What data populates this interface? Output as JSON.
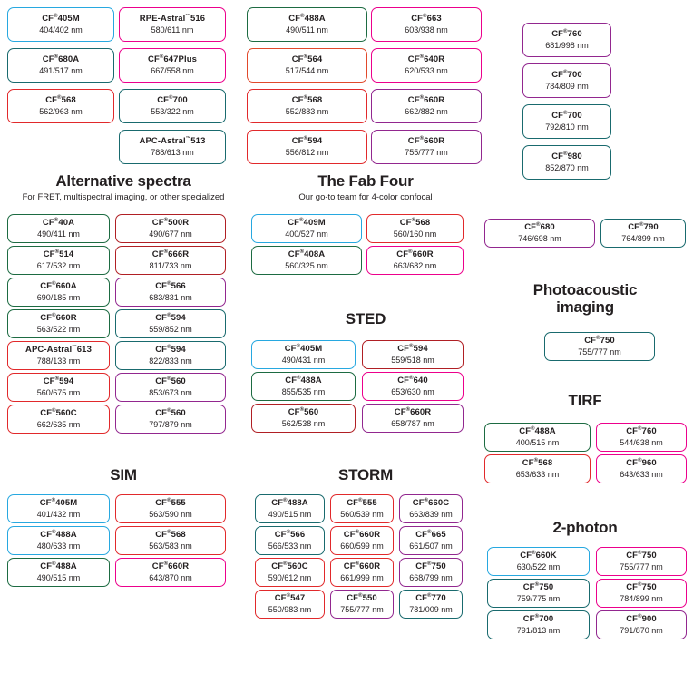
{
  "page": {
    "background": "#ffffff",
    "palette": {
      "blue": "#27a8e0",
      "green": "#1d6b42",
      "teal": "#196a6e",
      "red": "#e1292b",
      "dark_red": "#b01f24",
      "magenta": "#ec008c",
      "purple": "#92278f",
      "orange": "#e1492b",
      "text": "#231f20"
    }
  },
  "top": {
    "col1": [
      {
        "name": "CF",
        "reg": "®",
        "number": "405M",
        "wavelengths": "404/402 nm",
        "color": "blue"
      },
      {
        "name": "CF",
        "reg": "®",
        "number": "680A",
        "wavelengths": "491/517 nm",
        "color": "teal"
      },
      {
        "name": "CF",
        "reg": "®",
        "number": "568",
        "wavelengths": "562/963 nm",
        "color": "red"
      }
    ],
    "col2": [
      {
        "name": "RPE-Astral",
        "reg": "",
        "tm": "™",
        "number": "516",
        "wavelengths": "580/611 nm",
        "color": "magenta"
      },
      {
        "name": "CF",
        "reg": "®",
        "number": "647Plus",
        "wavelengths": "667/558 nm",
        "color": "magenta"
      },
      {
        "name": "CF",
        "reg": "®",
        "number": "700",
        "wavelengths": "553/322 nm",
        "color": "teal"
      },
      {
        "name": "APC-Astral",
        "reg": "",
        "tm": "™",
        "number": "513",
        "wavelengths": "788/613 nm",
        "color": "teal"
      }
    ],
    "col3": [
      {
        "name": "CF",
        "reg": "®",
        "number": "488A",
        "wavelengths": "490/511 nm",
        "color": "green"
      },
      {
        "name": "CF",
        "reg": "®",
        "number": "564",
        "wavelengths": "517/544 nm",
        "color": "orange"
      },
      {
        "name": "CF",
        "reg": "®",
        "number": "568",
        "wavelengths": "552/883 nm",
        "color": "red"
      },
      {
        "name": "CF",
        "reg": "®",
        "number": "594",
        "wavelengths": "556/812 nm",
        "color": "red"
      }
    ],
    "col4": [
      {
        "name": "CF",
        "reg": "®",
        "number": "663",
        "wavelengths": "603/938 nm",
        "color": "magenta"
      },
      {
        "name": "CF",
        "reg": "®",
        "number": "640R",
        "wavelengths": "620/533 nm",
        "color": "magenta"
      },
      {
        "name": "CF",
        "reg": "®",
        "number": "660R",
        "wavelengths": "662/882 nm",
        "color": "purple"
      },
      {
        "name": "CF",
        "reg": "®",
        "number": "660R",
        "wavelengths": "755/777 nm",
        "color": "purple"
      }
    ],
    "col5": [
      {
        "name": "CF",
        "reg": "®",
        "number": "760",
        "wavelengths": "681/998 nm",
        "color": "purple"
      },
      {
        "name": "CF",
        "reg": "®",
        "number": "700",
        "wavelengths": "784/809 nm",
        "color": "purple"
      },
      {
        "name": "CF",
        "reg": "®",
        "number": "700",
        "wavelengths": "792/810 nm",
        "color": "teal"
      },
      {
        "name": "CF",
        "reg": "®",
        "number": "980",
        "wavelengths": "852/870 nm",
        "color": "teal"
      }
    ]
  },
  "alternative_spectra": {
    "title": "Alternative spectra",
    "subtitle": "For FRET, multispectral imaging, or other specialized",
    "col1": [
      {
        "name": "CF",
        "reg": "®",
        "number": "40A",
        "wavelengths": "490/411 nm",
        "color": "green"
      },
      {
        "name": "CF",
        "reg": "®",
        "number": "514",
        "wavelengths": "617/532 nm",
        "color": "green"
      },
      {
        "name": "CF",
        "reg": "®",
        "number": "660A",
        "wavelengths": "690/185 nm",
        "color": "green"
      },
      {
        "name": "CF",
        "reg": "®",
        "number": "660R",
        "wavelengths": "563/522 nm",
        "color": "green"
      },
      {
        "name": "APC-Astral",
        "reg": "",
        "tm": "™",
        "number": "613",
        "wavelengths": "788/133 nm",
        "color": "red"
      },
      {
        "name": "CF",
        "reg": "®",
        "number": "594",
        "wavelengths": "560/675 nm",
        "color": "red"
      },
      {
        "name": "CF",
        "reg": "®",
        "number": "560C",
        "wavelengths": "662/635 nm",
        "color": "red"
      }
    ],
    "col2": [
      {
        "name": "CF",
        "reg": "®",
        "number": "500R",
        "wavelengths": "490/677 nm",
        "color": "dark_red"
      },
      {
        "name": "CF",
        "reg": "®",
        "number": "666R",
        "wavelengths": "811/733 nm",
        "color": "dark_red"
      },
      {
        "name": "CF",
        "reg": "®",
        "number": "566",
        "wavelengths": "683/831 nm",
        "color": "purple"
      },
      {
        "name": "CF",
        "reg": "®",
        "number": "594",
        "wavelengths": "559/852 nm",
        "color": "teal"
      },
      {
        "name": "CF",
        "reg": "®",
        "number": "594",
        "wavelengths": "822/833 nm",
        "color": "teal"
      },
      {
        "name": "CF",
        "reg": "®",
        "number": "560",
        "wavelengths": "853/673 nm",
        "color": "purple"
      },
      {
        "name": "CF",
        "reg": "®",
        "number": "560",
        "wavelengths": "797/879 nm",
        "color": "purple"
      }
    ]
  },
  "sim": {
    "title": "SIM",
    "col1": [
      {
        "name": "CF",
        "reg": "®",
        "number": "405M",
        "wavelengths": "401/432 nm",
        "color": "blue"
      },
      {
        "name": "CF",
        "reg": "®",
        "number": "488A",
        "wavelengths": "480/633 nm",
        "color": "blue"
      },
      {
        "name": "CF",
        "reg": "®",
        "number": "488A",
        "wavelengths": "490/515 nm",
        "color": "green"
      }
    ],
    "col2": [
      {
        "name": "CF",
        "reg": "®",
        "number": "555",
        "wavelengths": "563/590 nm",
        "color": "red"
      },
      {
        "name": "CF",
        "reg": "®",
        "number": "568",
        "wavelengths": "563/583 nm",
        "color": "red"
      },
      {
        "name": "CF",
        "reg": "®",
        "number": "660R",
        "wavelengths": "643/870 nm",
        "color": "magenta"
      }
    ]
  },
  "fab_four": {
    "title": "The Fab Four",
    "subtitle": "Our go-to team for 4-color confocal",
    "col1": [
      {
        "name": "CF",
        "reg": "®",
        "number": "409M",
        "wavelengths": "400/527 nm",
        "color": "blue"
      },
      {
        "name": "CF",
        "reg": "®",
        "number": "408A",
        "wavelengths": "560/325 nm",
        "color": "green"
      }
    ],
    "col2": [
      {
        "name": "CF",
        "reg": "®",
        "number": "568",
        "wavelengths": "560/160 nm",
        "color": "red"
      },
      {
        "name": "CF",
        "reg": "®",
        "number": "660R",
        "wavelengths": "663/682 nm",
        "color": "magenta"
      }
    ]
  },
  "sted": {
    "title": "STED",
    "col1": [
      {
        "name": "CF",
        "reg": "®",
        "number": "405M",
        "wavelengths": "490/431 nm",
        "color": "blue"
      },
      {
        "name": "CF",
        "reg": "®",
        "number": "488A",
        "wavelengths": "855/535 nm",
        "color": "green"
      },
      {
        "name": "CF",
        "reg": "®",
        "number": "560",
        "wavelengths": "562/538 nm",
        "color": "dark_red"
      }
    ],
    "col2": [
      {
        "name": "CF",
        "reg": "®",
        "number": "594",
        "wavelengths": "559/518 nm",
        "color": "dark_red"
      },
      {
        "name": "CF",
        "reg": "®",
        "number": "640",
        "wavelengths": "653/630 nm",
        "color": "magenta"
      },
      {
        "name": "CF",
        "reg": "®",
        "number": "660R",
        "wavelengths": "658/787 nm",
        "color": "purple"
      }
    ]
  },
  "storm": {
    "title": "STORM",
    "col1": [
      {
        "name": "CF",
        "reg": "®",
        "number": "488A",
        "wavelengths": "490/515 nm",
        "color": "teal"
      },
      {
        "name": "CF",
        "reg": "®",
        "number": "566",
        "wavelengths": "566/533 nm",
        "color": "teal"
      },
      {
        "name": "CF",
        "reg": "®",
        "number": "560C",
        "wavelengths": "590/612 nm",
        "color": "red"
      },
      {
        "name": "CF",
        "reg": "®",
        "number": "547",
        "wavelengths": "550/983 nm",
        "color": "red"
      }
    ],
    "col2": [
      {
        "name": "CF",
        "reg": "®",
        "number": "555",
        "wavelengths": "560/539 nm",
        "color": "red"
      },
      {
        "name": "CF",
        "reg": "®",
        "number": "660R",
        "wavelengths": "660/599 nm",
        "color": "red"
      },
      {
        "name": "CF",
        "reg": "®",
        "number": "660R",
        "wavelengths": "661/999 nm",
        "color": "red"
      },
      {
        "name": "CF",
        "reg": "®",
        "number": "550",
        "wavelengths": "755/777 nm",
        "color": "purple"
      }
    ],
    "col3": [
      {
        "name": "CF",
        "reg": "®",
        "number": "660C",
        "wavelengths": "663/839 nm",
        "color": "purple"
      },
      {
        "name": "CF",
        "reg": "®",
        "number": "665",
        "wavelengths": "661/507 nm",
        "color": "purple"
      },
      {
        "name": "CF",
        "reg": "®",
        "number": "750",
        "wavelengths": "668/799 nm",
        "color": "purple"
      },
      {
        "name": "CF",
        "reg": "®",
        "number": "770",
        "wavelengths": "781/009 nm",
        "color": "teal"
      }
    ]
  },
  "right_pair": {
    "col1": [
      {
        "name": "CF",
        "reg": "®",
        "number": "680",
        "wavelengths": "746/698 nm",
        "color": "purple"
      }
    ],
    "col2": [
      {
        "name": "CF",
        "reg": "®",
        "number": "790",
        "wavelengths": "764/899 nm",
        "color": "teal"
      }
    ]
  },
  "photoacoustic": {
    "title_line1": "Photoacoustic",
    "title_line2": "imaging",
    "items": [
      {
        "name": "CF",
        "reg": "®",
        "number": "750",
        "wavelengths": "755/777 nm",
        "color": "teal"
      }
    ]
  },
  "tirf": {
    "title": "TIRF",
    "col1": [
      {
        "name": "CF",
        "reg": "®",
        "number": "488A",
        "wavelengths": "400/515 nm",
        "color": "green"
      },
      {
        "name": "CF",
        "reg": "®",
        "number": "568",
        "wavelengths": "653/633 nm",
        "color": "red"
      }
    ],
    "col2": [
      {
        "name": "CF",
        "reg": "®",
        "number": "760",
        "wavelengths": "544/638 nm",
        "color": "magenta"
      },
      {
        "name": "CF",
        "reg": "®",
        "number": "960",
        "wavelengths": "643/633 nm",
        "color": "magenta"
      }
    ]
  },
  "two_photon": {
    "title": "2-photon",
    "col1": [
      {
        "name": "CF",
        "reg": "®",
        "number": "660K",
        "wavelengths": "630/522 nm",
        "color": "blue"
      },
      {
        "name": "CF",
        "reg": "®",
        "number": "750",
        "wavelengths": "759/775 nm",
        "color": "teal"
      },
      {
        "name": "CF",
        "reg": "®",
        "number": "700",
        "wavelengths": "791/813 nm",
        "color": "teal"
      }
    ],
    "col2": [
      {
        "name": "CF",
        "reg": "®",
        "number": "750",
        "wavelengths": "755/777 nm",
        "color": "magenta"
      },
      {
        "name": "CF",
        "reg": "®",
        "number": "750",
        "wavelengths": "784/899 nm",
        "color": "magenta"
      },
      {
        "name": "CF",
        "reg": "®",
        "number": "900",
        "wavelengths": "791/870 nm",
        "color": "purple"
      }
    ]
  }
}
